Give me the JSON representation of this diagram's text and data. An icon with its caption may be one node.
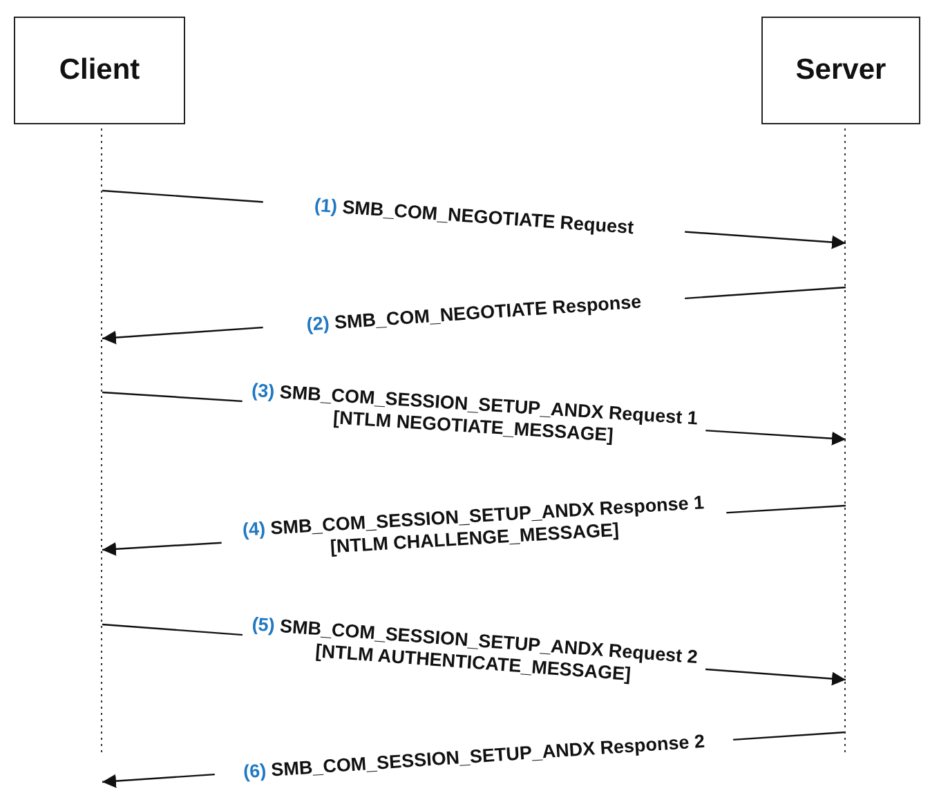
{
  "diagram": {
    "nodes": [
      {
        "text": [
          "Client"
        ]
      },
      {
        "text": [
          "Server"
        ]
      }
    ],
    "edges": [
      {
        "from": 0,
        "to": 1,
        "arrow": "to",
        "label": "**(1)** SMB_COM_NEGOTIATE Request"
      },
      {
        "from": 1,
        "to": 0,
        "arrow": "to",
        "label": "**(2)** SMB_COM_NEGOTIATE Response"
      },
      {
        "from": 0,
        "to": 1,
        "arrow": "to",
        "label": "**(3)** SMB_COM_SESSION_SETUP_ANDX Request 1 [NTLM NEGOTIATE_MESSAGE]"
      },
      {
        "from": 1,
        "to": 0,
        "arrow": "to",
        "label": "**(4)** SMB_COM_SESSION_SETUP_ANDX Response 1 [NTLM CHALLENGE_MESSAGE]"
      },
      {
        "from": 0,
        "to": 1,
        "arrow": "to",
        "label": "**(5)** SMB_COM_SESSION_SETUP_ANDX Request 2 [NTLM AUTHENTICATE_MESSAGE]"
      },
      {
        "from": 1,
        "to": 0,
        "arrow": "to",
        "label": "**(6)** SMB_COM_SESSION_SETUP_ANDX Response 2"
      }
    ]
  }
}
